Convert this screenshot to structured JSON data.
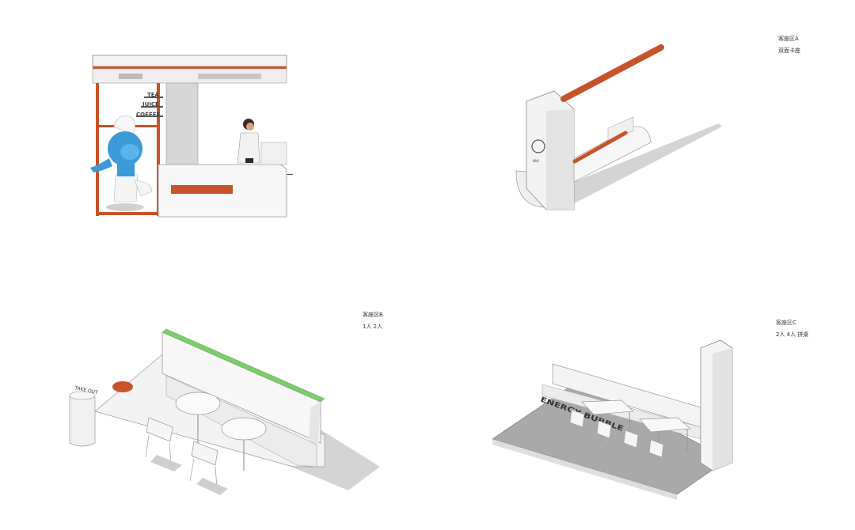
{
  "panels": {
    "counter": {
      "menu_tea": "TEA",
      "menu_juice": "JUICE",
      "menu_coffee": "COFFEE"
    },
    "zone_a": {
      "title": "客座区A",
      "subtitle": "双面卡座"
    },
    "zone_b": {
      "title": "客座区B",
      "subtitle": "1人 2人",
      "kiosk_text": "TAKE OUT"
    },
    "zone_c": {
      "title": "客座区C",
      "subtitle": "2人 4人 拼桌",
      "floor_text": "ENERGY BUBBLE"
    }
  },
  "colors": {
    "accent_orange": "#c8532a",
    "mascot_blue": "#3b9ad8",
    "strip_green": "#7ccc6e",
    "surface_white": "#f4f4f4",
    "shadow_grey": "#d4d4d4"
  }
}
